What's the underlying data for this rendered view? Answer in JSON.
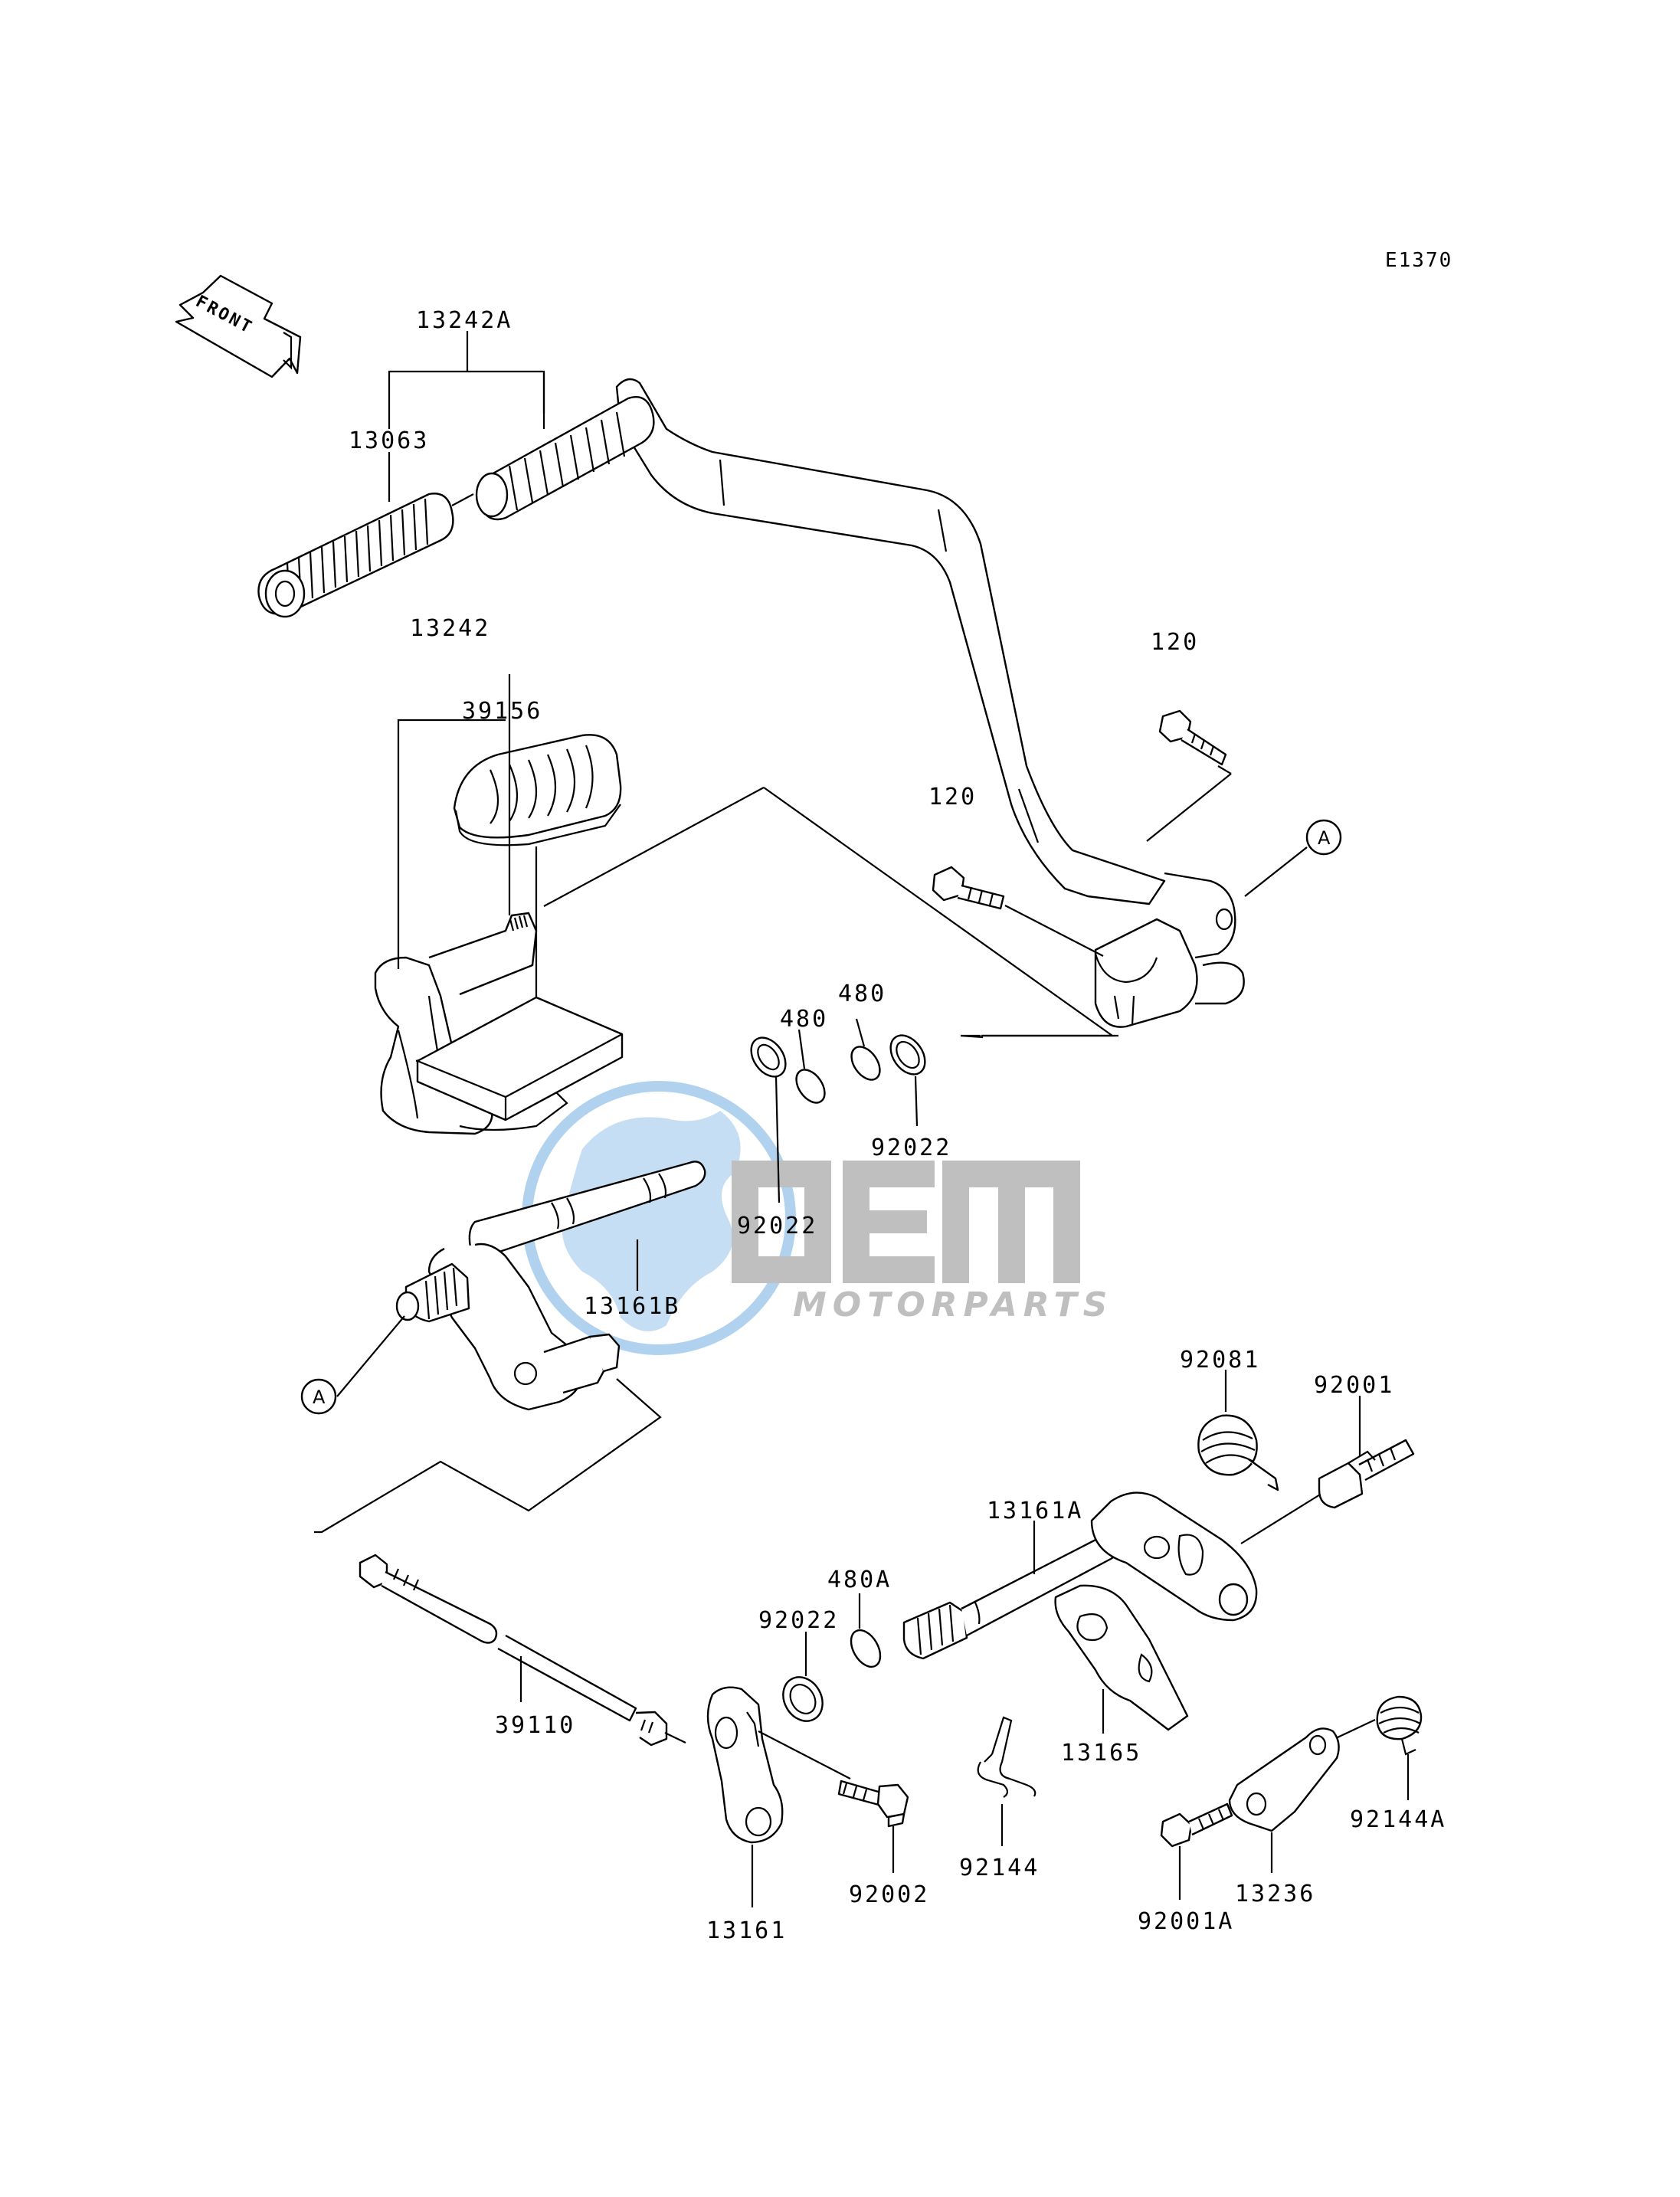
{
  "diagram_code": "E1370",
  "front_indicator": "FRONT",
  "callout_marker": "A",
  "watermark": {
    "brand": "OEM",
    "subtitle": "MOTORPARTS"
  },
  "colors": {
    "line": "#000000",
    "watermark_blue": "#a9cdee",
    "watermark_gray": "#b8b8b8"
  },
  "labels": {
    "p13242A": "13242A",
    "p13063": "13063",
    "p13242": "13242",
    "p39156": "39156",
    "p120_top": "120",
    "p120_mid": "120",
    "p480_left": "480",
    "p480_right": "480",
    "p92022_right": "92022",
    "p92022_mid": "92022",
    "p13161B": "13161B",
    "p92081": "92081",
    "p92001": "92001",
    "p13161A": "13161A",
    "p480A": "480A",
    "p92022_low": "92022",
    "p39110": "39110",
    "p13165": "13165",
    "p92144": "92144",
    "p92144A": "92144A",
    "p13236": "13236",
    "p92002": "92002",
    "p13161": "13161",
    "p92001A": "92001A"
  }
}
